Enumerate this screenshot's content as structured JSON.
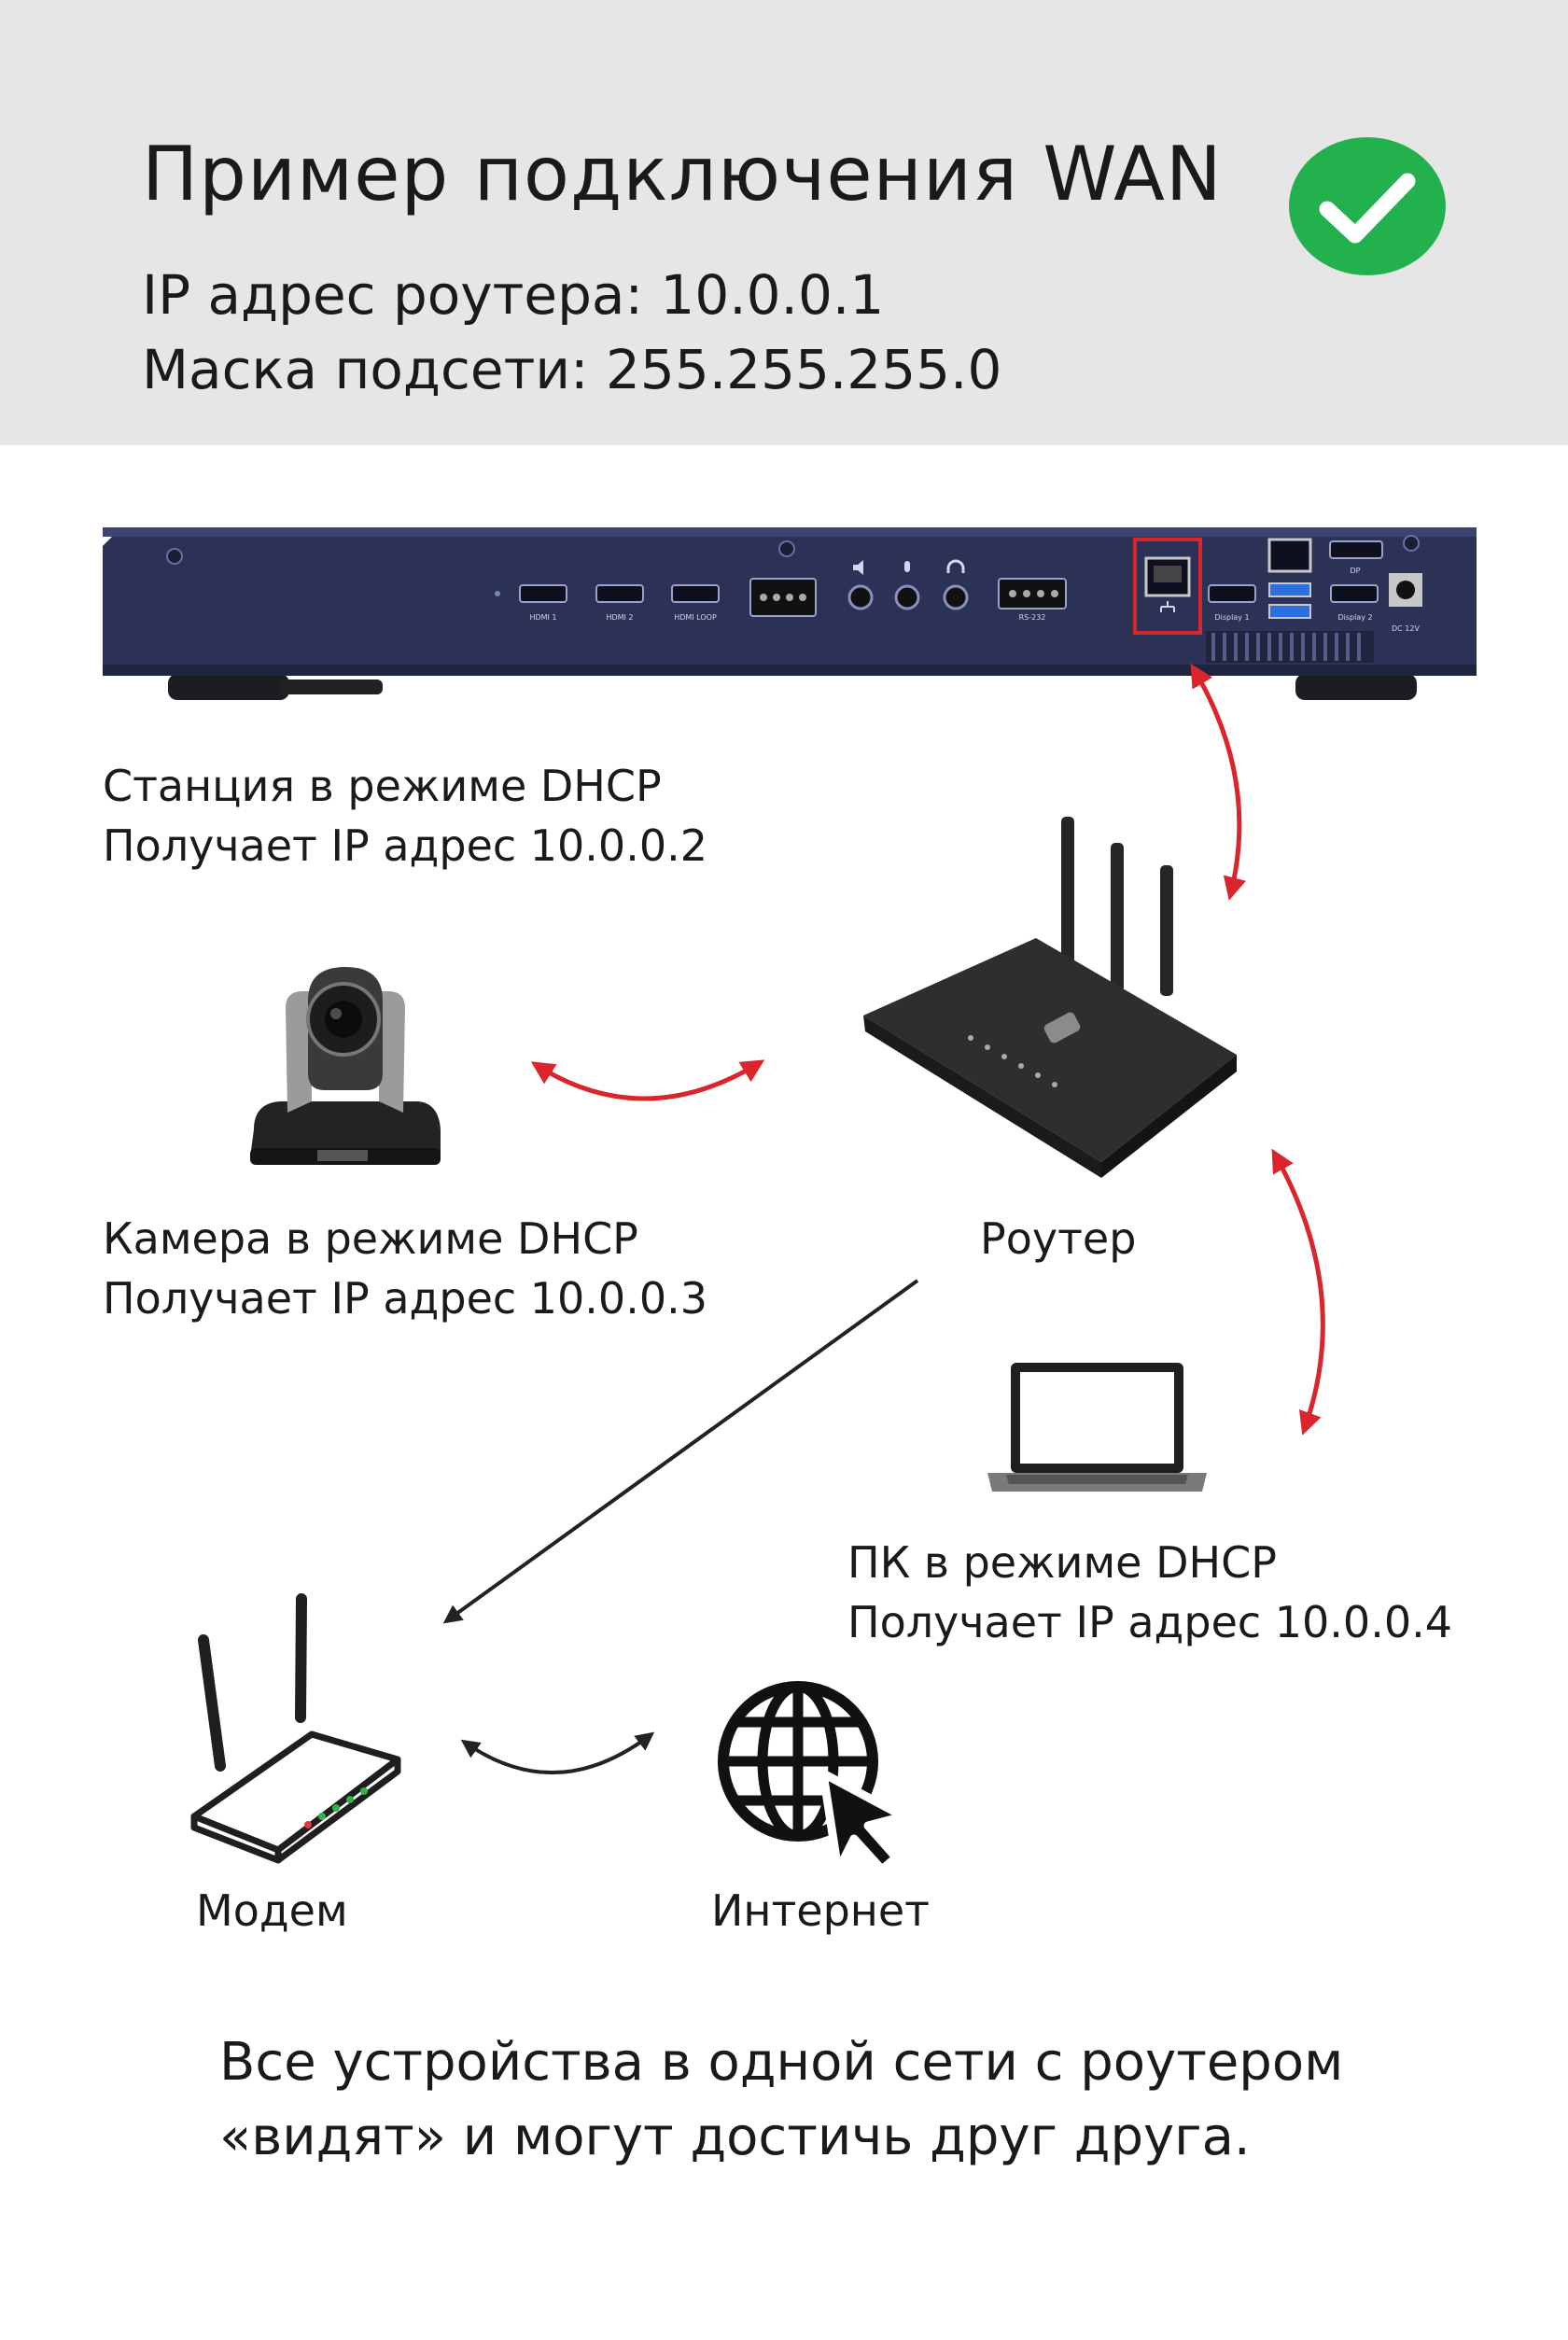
{
  "header": {
    "title": "Пример подключения WAN",
    "router_ip": "IP адрес роутера: 10.0.0.1",
    "subnet_mask": "Маска подсети: 255.255.255.0",
    "status_icon": "check-circle-icon",
    "status_color": "#23b14d"
  },
  "station_panel": {
    "ports": [
      "HDMI 1",
      "HDMI 2",
      "HDMI LOOP",
      "RS-232",
      "Display 1",
      "Display 2",
      "DP",
      "DC 12V"
    ],
    "highlight_color": "#d9252b"
  },
  "nodes": {
    "station": {
      "line1": "Станция в режиме DHCP",
      "line2": "Получает IP адрес 10.0.0.2"
    },
    "camera": {
      "line1": "Камера в режиме DHCP",
      "line2": "Получает IP адрес 10.0.0.3",
      "icon": "ptz-camera-icon"
    },
    "router": {
      "label": "Роутер",
      "icon": "router-icon"
    },
    "pc": {
      "line1": "ПК в режиме DHCP",
      "line2": "Получает IP адрес 10.0.0.4",
      "icon": "laptop-icon"
    },
    "modem": {
      "label": "Модем",
      "icon": "modem-icon"
    },
    "internet": {
      "label": "Интернет",
      "icon": "globe-cursor-icon"
    }
  },
  "footer": {
    "line1": "Все устройства в одной сети с роутером",
    "line2": "«видят» и могут достичь друг друга."
  },
  "colors": {
    "lan_arrow": "#d9252b",
    "wan_arrow": "#222222"
  }
}
